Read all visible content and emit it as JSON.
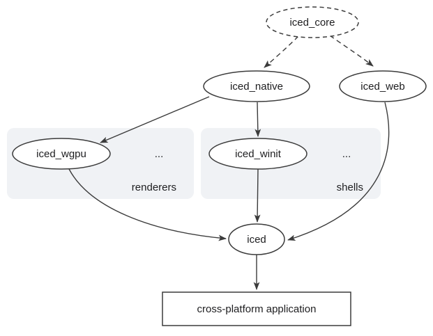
{
  "colors": {
    "background": "#ffffff",
    "node_fill": "#ffffff",
    "node_stroke": "#3b3b3b",
    "edge": "#3b3b3b",
    "text": "#1d1d1f",
    "group_bg": "#f0f2f5",
    "group_label": "#1c64d9"
  },
  "nodes": {
    "iced_core": {
      "label": "iced_core",
      "shape": "ellipse",
      "border": "dashed"
    },
    "iced_native": {
      "label": "iced_native",
      "shape": "ellipse",
      "border": "solid"
    },
    "iced_web": {
      "label": "iced_web",
      "shape": "ellipse",
      "border": "solid"
    },
    "iced_wgpu": {
      "label": "iced_wgpu",
      "shape": "ellipse",
      "border": "solid"
    },
    "iced_winit": {
      "label": "iced_winit",
      "shape": "ellipse",
      "border": "solid"
    },
    "iced": {
      "label": "iced",
      "shape": "ellipse",
      "border": "solid"
    },
    "application": {
      "label": "cross-platform application",
      "shape": "rectangle",
      "border": "solid"
    }
  },
  "groups": {
    "renderers": {
      "label": "renderers",
      "ellipsis": "...",
      "contains": [
        "iced_wgpu"
      ]
    },
    "shells": {
      "label": "shells",
      "ellipsis": "...",
      "contains": [
        "iced_winit"
      ]
    }
  },
  "edges": [
    {
      "from": "iced_core",
      "to": "iced_native",
      "style": "dashed"
    },
    {
      "from": "iced_core",
      "to": "iced_web",
      "style": "dashed"
    },
    {
      "from": "iced_native",
      "to": "iced_wgpu",
      "style": "solid"
    },
    {
      "from": "iced_native",
      "to": "iced_winit",
      "style": "solid"
    },
    {
      "from": "iced_wgpu",
      "to": "iced",
      "style": "solid"
    },
    {
      "from": "iced_winit",
      "to": "iced",
      "style": "solid"
    },
    {
      "from": "iced_web",
      "to": "iced",
      "style": "solid"
    },
    {
      "from": "iced",
      "to": "application",
      "style": "solid"
    }
  ]
}
